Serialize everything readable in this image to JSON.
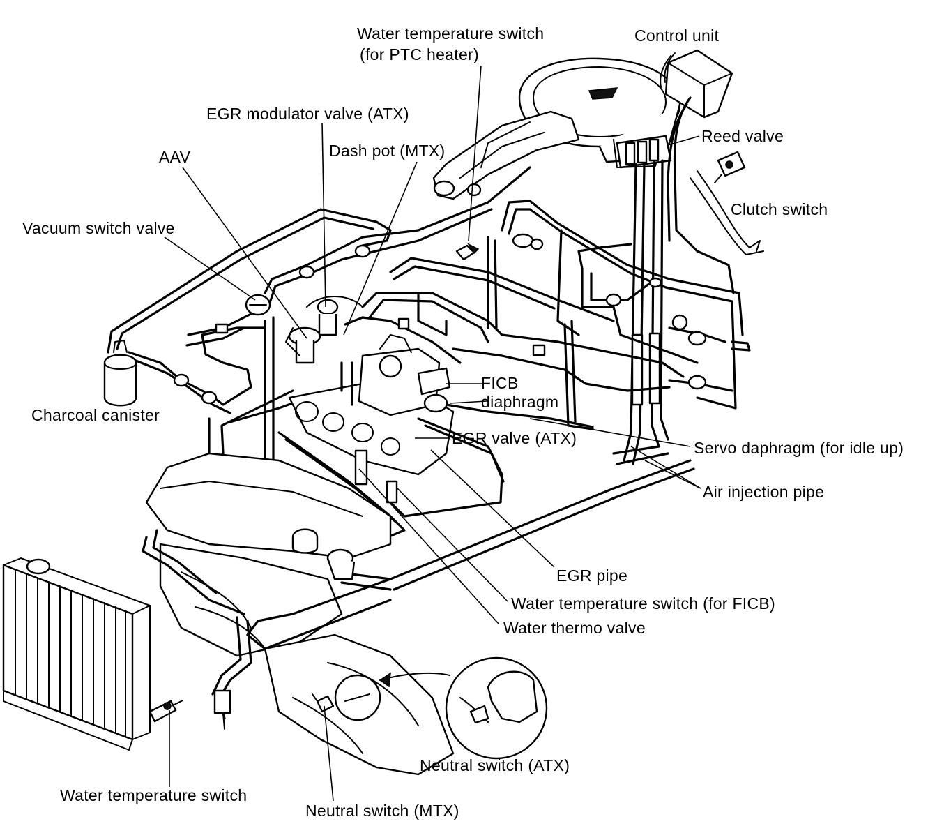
{
  "diagram": {
    "labels": {
      "water_temp_switch_ptc_line1": "Water temperature switch",
      "water_temp_switch_ptc_line2": "(for PTC heater)",
      "control_unit": "Control unit",
      "egr_modulator_valve": "EGR modulator valve (ATX)",
      "dash_pot": "Dash pot (MTX)",
      "reed_valve": "Reed valve",
      "aav": "AAV",
      "clutch_switch": "Clutch switch",
      "vacuum_switch_valve": "Vacuum switch valve",
      "ficb_diaphragm_line1": "FICB",
      "ficb_diaphragm_line2": "diaphragm",
      "charcoal_canister": "Charcoal canister",
      "egr_valve": "EGR valve (ATX)",
      "servo_diaphragm": "Servo daphragm (for idle up)",
      "air_injection_pipe": "Air injection pipe",
      "egr_pipe": "EGR pipe",
      "water_temp_switch_ficb": "Water temperature switch (for FICB)",
      "water_thermo_valve": "Water thermo valve",
      "neutral_switch_atx": "Neutral switch (ATX)",
      "water_temperature_switch": "Water temperature switch",
      "neutral_switch_mtx": "Neutral switch (MTX)"
    }
  }
}
